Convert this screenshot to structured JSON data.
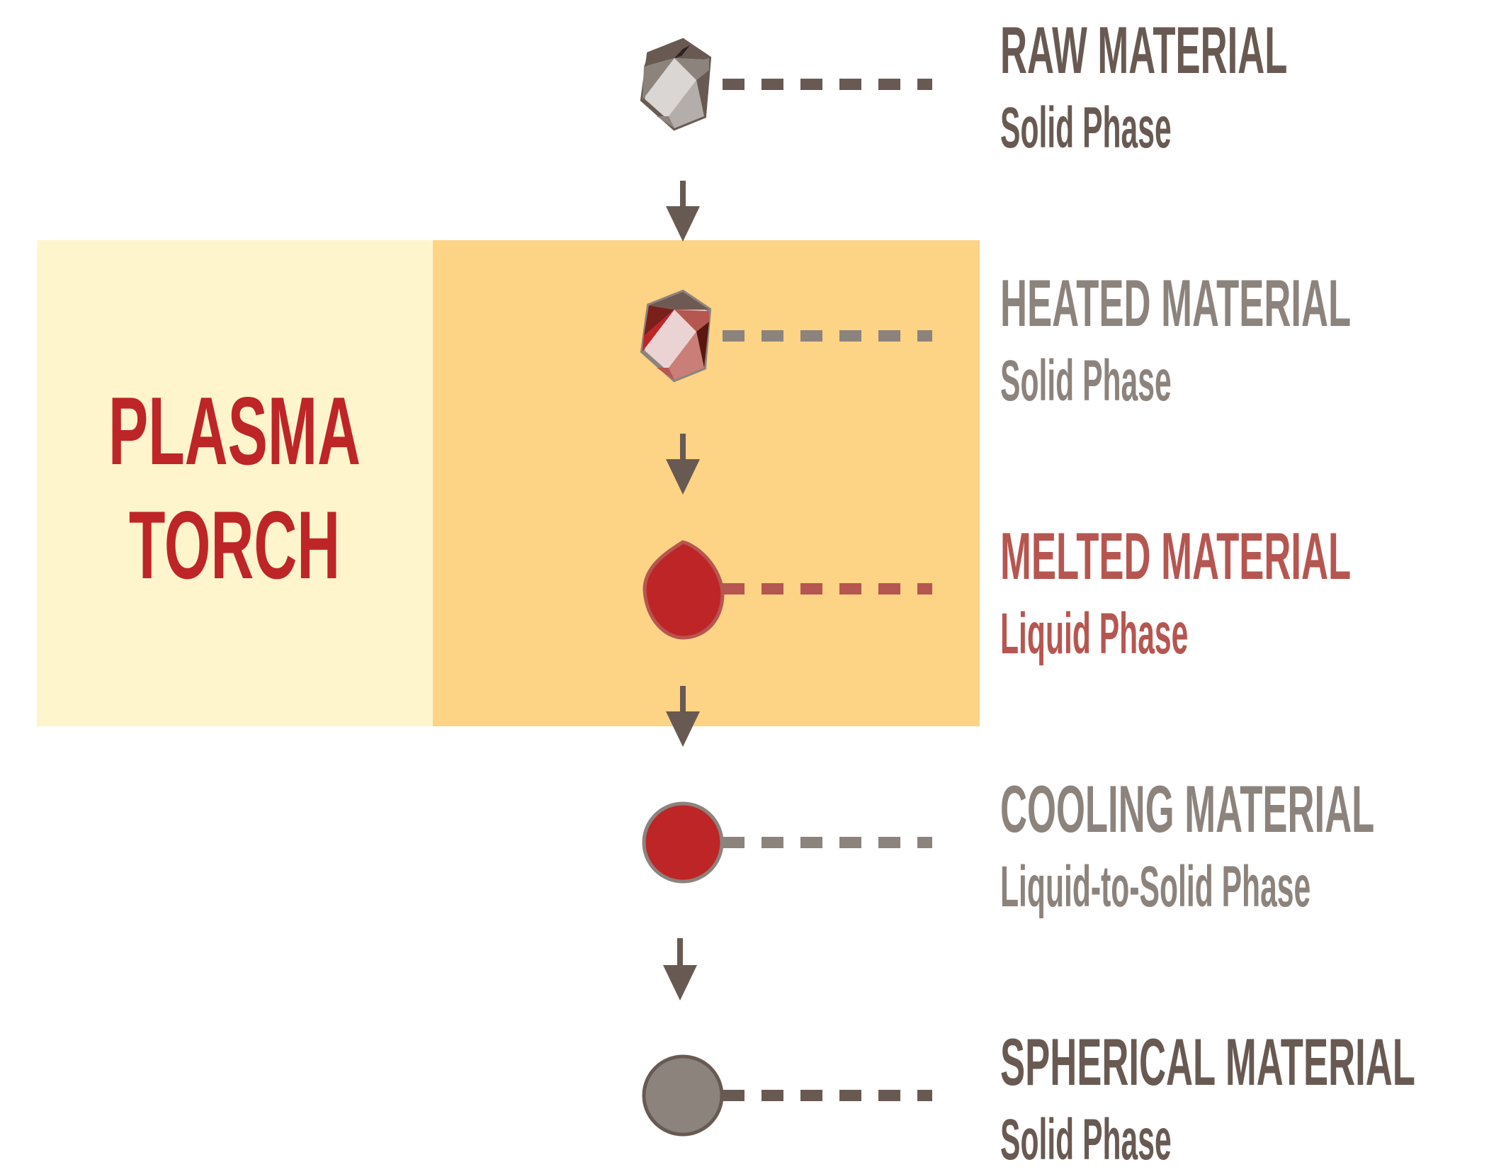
{
  "torch": {
    "line1": "PLASMA",
    "line2": "TORCH"
  },
  "colors": {
    "dark": "#685a52",
    "gray": "#8c837d",
    "red": "#be2527",
    "melted": "#b65650",
    "panel_light": "#fef5cd",
    "panel_dark": "#fdd385"
  },
  "stages": [
    {
      "title": "RAW MATERIAL",
      "phase": "Solid Phase",
      "icon": "raw-crystal-icon"
    },
    {
      "title": "HEATED MATERIAL",
      "phase": "Solid Phase",
      "icon": "heated-crystal-icon"
    },
    {
      "title": "MELTED MATERIAL",
      "phase": "Liquid Phase",
      "icon": "droplet-icon"
    },
    {
      "title": "COOLING MATERIAL",
      "phase": "Liquid-to-Solid Phase",
      "icon": "red-sphere-icon"
    },
    {
      "title": "SPHERICAL MATERIAL",
      "phase": "Solid Phase",
      "icon": "gray-sphere-icon"
    }
  ]
}
